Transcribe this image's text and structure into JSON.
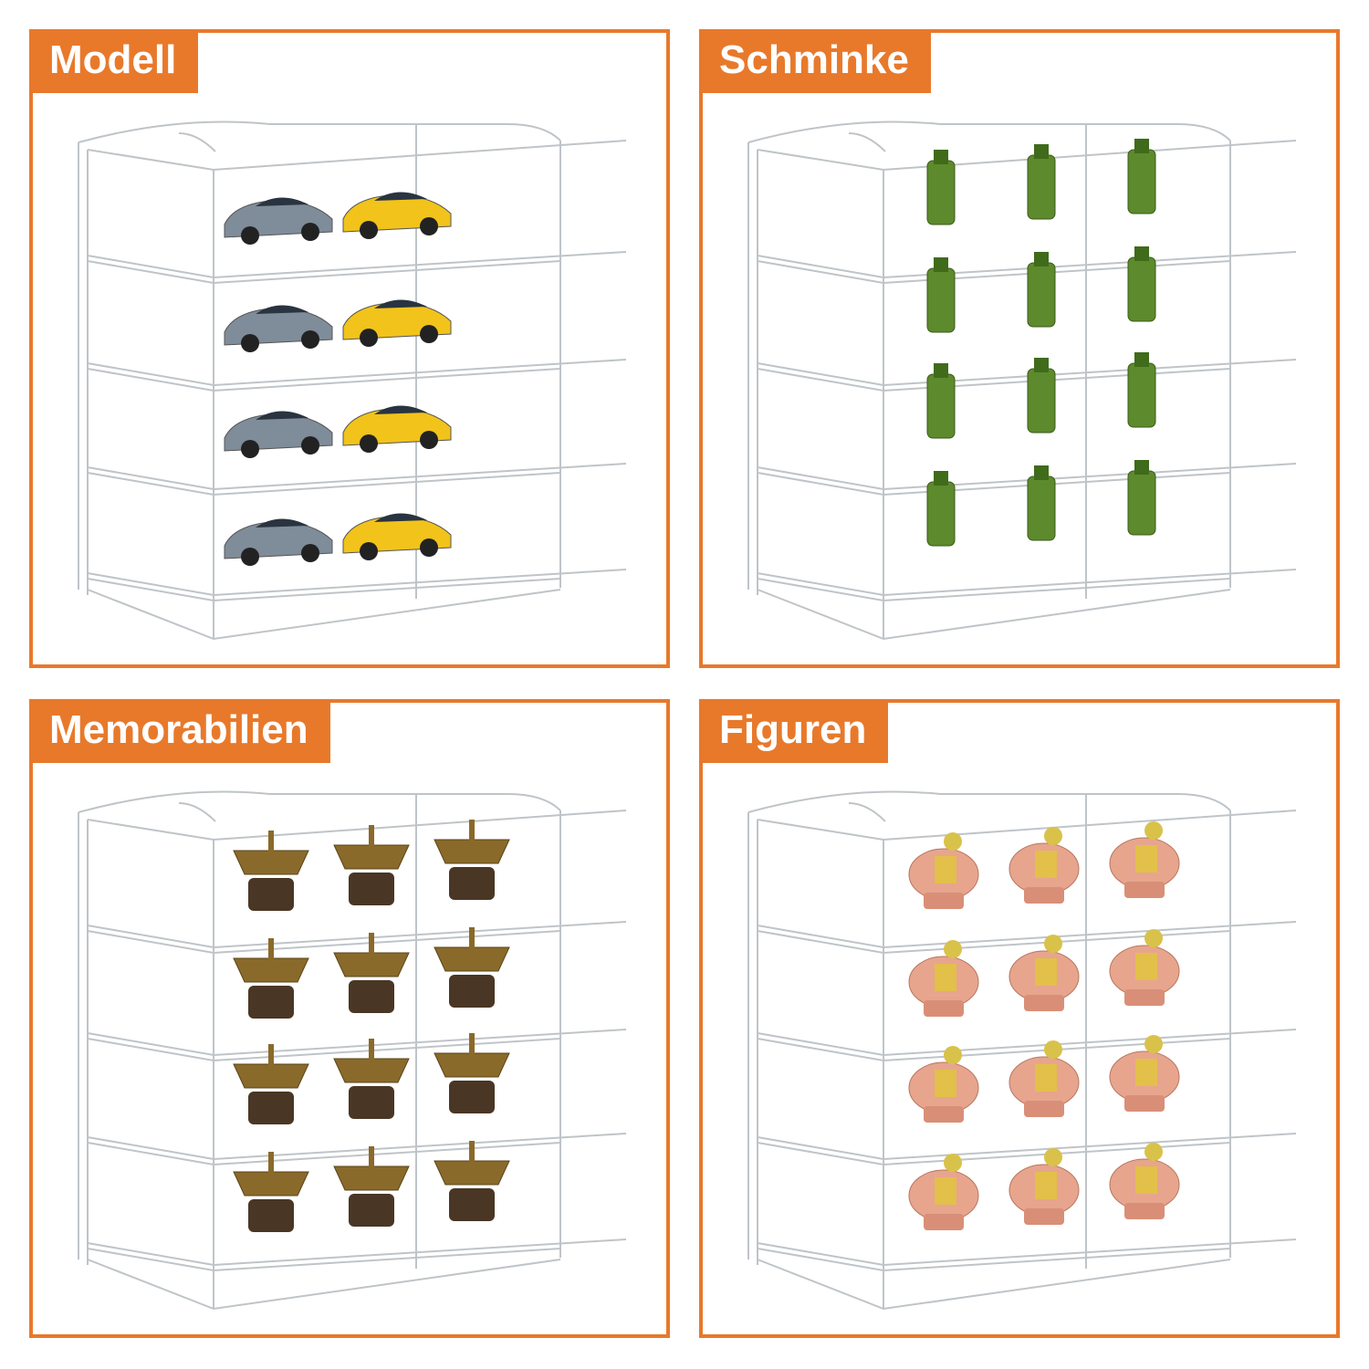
{
  "panels": [
    {
      "id": "modell",
      "label": "Modell",
      "item": "car-model",
      "accent": "#e8792b"
    },
    {
      "id": "schminke",
      "label": "Schminke",
      "item": "green-bottle",
      "accent": "#e8792b"
    },
    {
      "id": "memorabilien",
      "label": "Memorabilien",
      "item": "bronze-figurine",
      "accent": "#e8792b"
    },
    {
      "id": "figuren",
      "label": "Figuren",
      "item": "pink-horse-figurine",
      "accent": "#e8792b"
    }
  ],
  "colors": {
    "accent": "#e8792b",
    "acrylic_line": "#bfc4c8",
    "car_silver": "#7f8c99",
    "car_yellow": "#f2c31a",
    "bottle_green": "#5d8a2c",
    "bronze": "#8a6a2a",
    "pink": "#e7a58e"
  }
}
